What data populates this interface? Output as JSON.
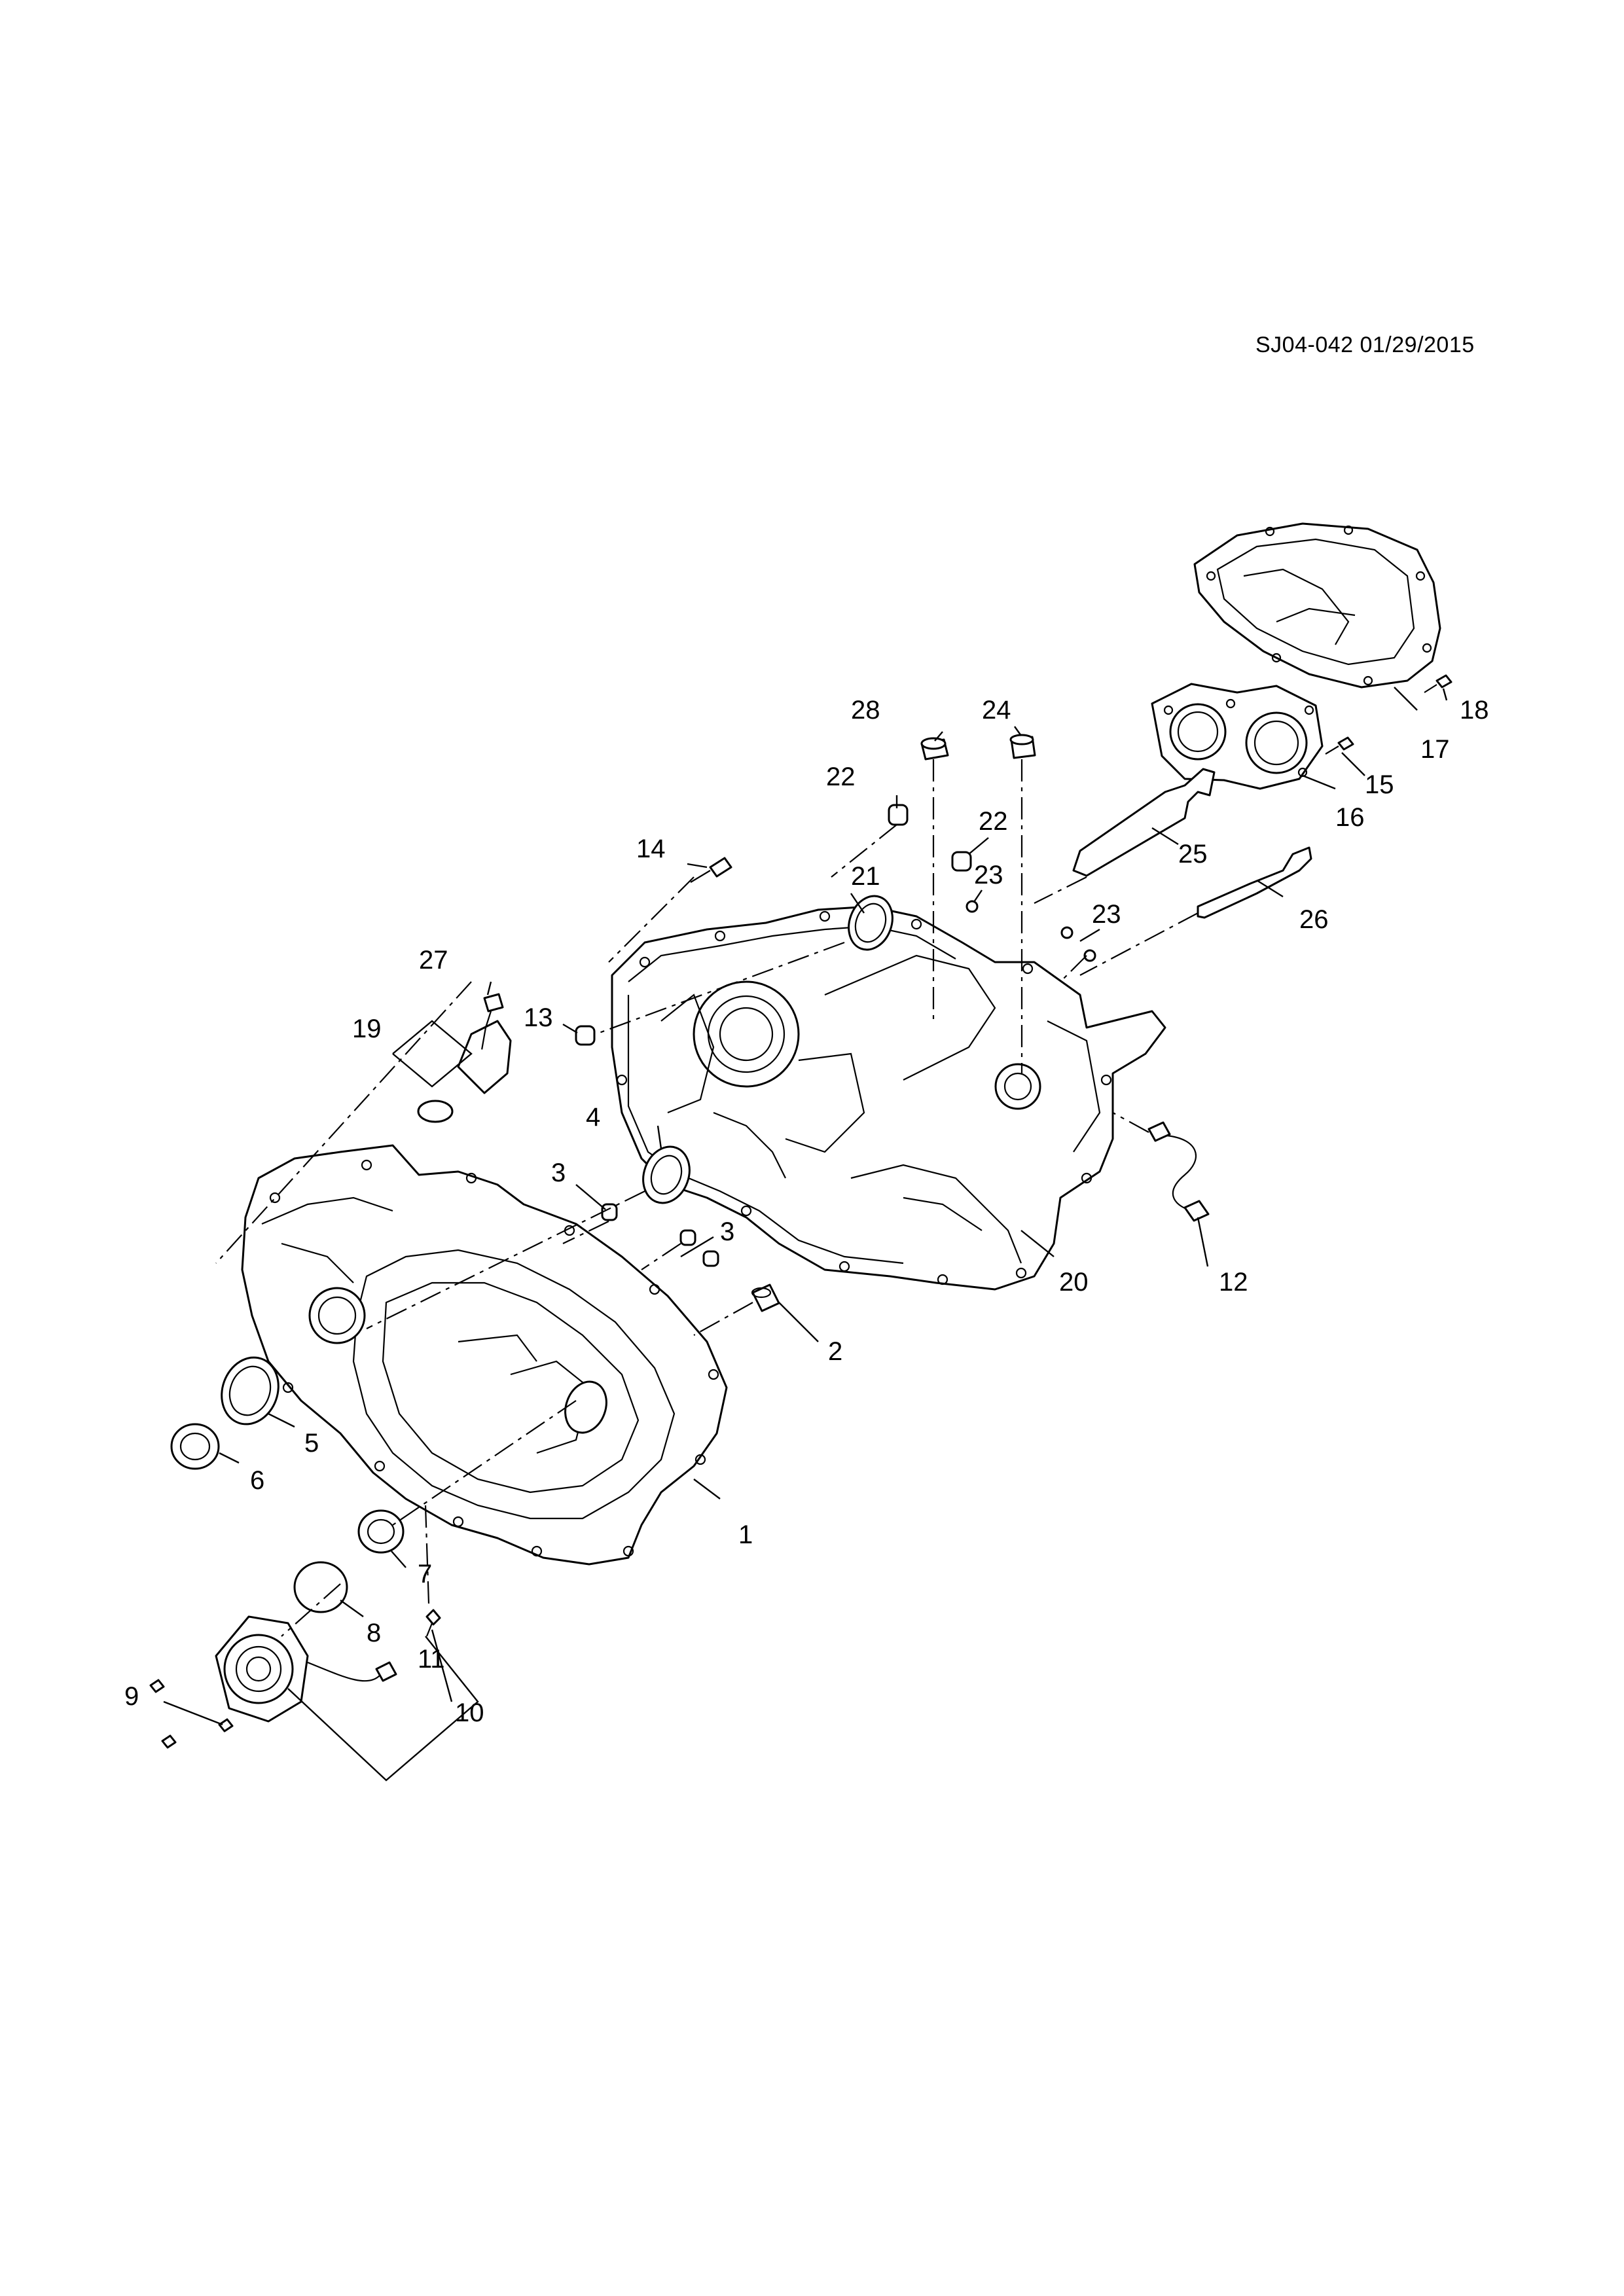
{
  "drawing_id": "SJ04-042 01/29/2015",
  "callouts": [
    "1",
    "2",
    "3",
    "3",
    "4",
    "5",
    "6",
    "7",
    "8",
    "9",
    "10",
    "11",
    "12",
    "13",
    "14",
    "15",
    "16",
    "17",
    "18",
    "19",
    "20",
    "21",
    "22",
    "22",
    "23",
    "23",
    "24",
    "25",
    "26",
    "27",
    "28"
  ]
}
